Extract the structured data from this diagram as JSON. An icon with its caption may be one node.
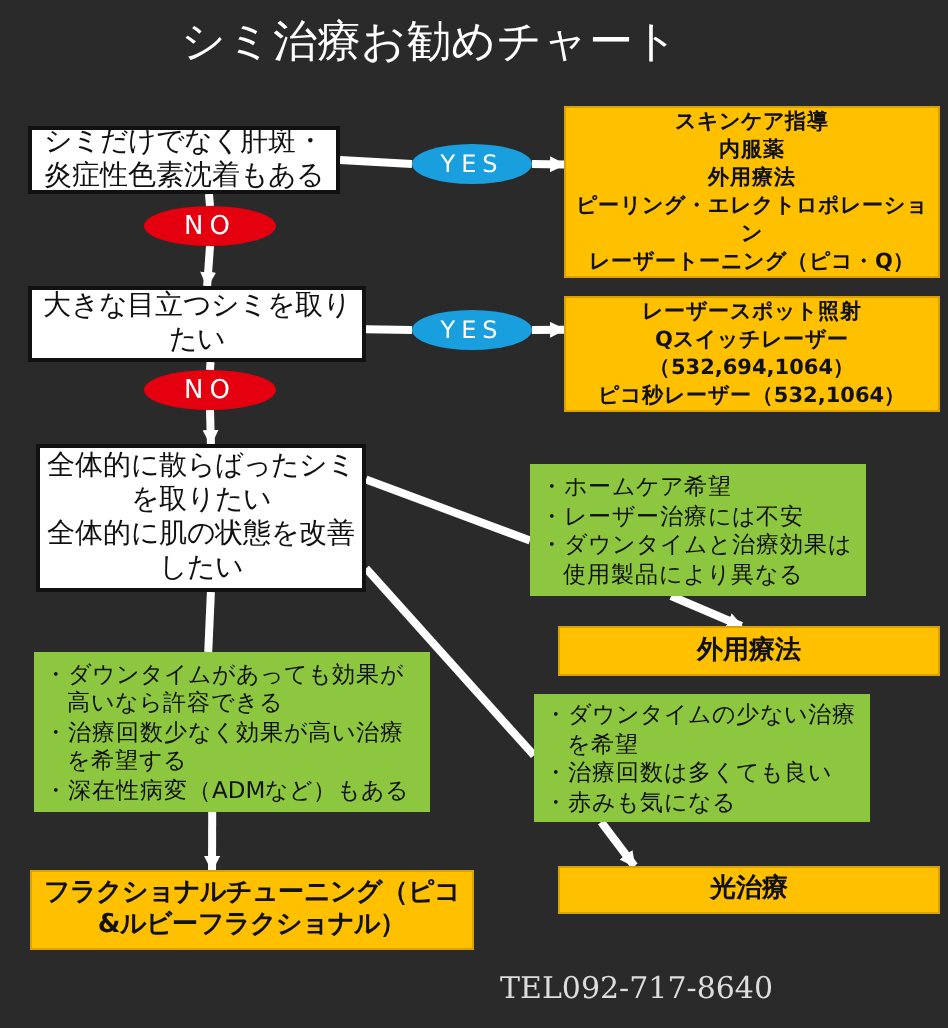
{
  "diagram": {
    "title": "シミ治療お勧めチャート",
    "nodes": [
      {
        "text": [
          "シミだけでなく肝斑・炎症性色素沈着もある"
        ]
      },
      {
        "text": [
          "YES"
        ]
      },
      {
        "text": [
          "スキンケア指導",
          "内服薬",
          "外用療法",
          "ピーリング・エレクトロポレーション",
          "レーザートーニング（ピコ・Q）"
        ]
      },
      {
        "text": [
          "NO"
        ]
      },
      {
        "text": [
          "大きな目立つシミを取りたい"
        ]
      },
      {
        "text": [
          "YES"
        ]
      },
      {
        "text": [
          "レーザースポット照射",
          "Qスイッチレーザー（532,694,1064）",
          "ピコ秒レーザー（532,1064）"
        ]
      },
      {
        "text": [
          "NO"
        ]
      },
      {
        "text": [
          "全体的に散らばったシミを取りたい",
          "全体的に肌の状態を改善したい"
        ]
      },
      {
        "text": [
          "・ホームケア希望",
          "・レーザー治療には不安",
          "・ダウンタイムと治療効果は使用製品により異なる"
        ]
      },
      {
        "text": [
          "外用療法"
        ]
      },
      {
        "text": [
          "・ダウンタイムがあっても効果が高いなら許容できる",
          "・治療回数少なく効果が高い治療を希望する",
          "・深在性病変（ADMなど）もある"
        ]
      },
      {
        "text": [
          "フラクショナルチューニング（ピコ&ルビーフラクショナル）"
        ]
      },
      {
        "text": [
          "・ダウンタイムの少ない治療を希望",
          "・治療回数は多くても良い",
          "・赤みも気になる"
        ]
      },
      {
        "text": [
          "光治療"
        ]
      }
    ],
    "edges": [
      {
        "from": 0,
        "to": 1,
        "arrow": "none"
      },
      {
        "from": 1,
        "to": 2,
        "arrow": "to"
      },
      {
        "from": 0,
        "to": 3,
        "arrow": "none"
      },
      {
        "from": 3,
        "to": 4,
        "arrow": "to"
      },
      {
        "from": 4,
        "to": 5,
        "arrow": "none"
      },
      {
        "from": 5,
        "to": 6,
        "arrow": "to"
      },
      {
        "from": 4,
        "to": 7,
        "arrow": "none"
      },
      {
        "from": 7,
        "to": 8,
        "arrow": "to"
      },
      {
        "from": 8,
        "to": 9,
        "arrow": "none"
      },
      {
        "from": 9,
        "to": 10,
        "arrow": "to"
      },
      {
        "from": 8,
        "to": 11,
        "arrow": "none"
      },
      {
        "from": 11,
        "to": 12,
        "arrow": "to"
      },
      {
        "from": 8,
        "to": 13,
        "arrow": "none"
      },
      {
        "from": 13,
        "to": 14,
        "arrow": "to"
      }
    ],
    "labels": [
      "TEL092-717-8640"
    ]
  }
}
